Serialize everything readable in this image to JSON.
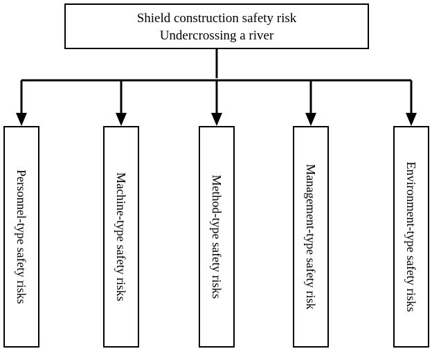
{
  "diagram": {
    "root": {
      "line1": "Shield construction safety risk",
      "line2": "Undercrossing a river"
    },
    "children": [
      {
        "label": "Personnel-type safety risks"
      },
      {
        "label": "Machine-type safety risks"
      },
      {
        "label": "Method-type safety risks"
      },
      {
        "label": "Management-type safety risk"
      },
      {
        "label": "Environment-type safety risks"
      }
    ]
  }
}
